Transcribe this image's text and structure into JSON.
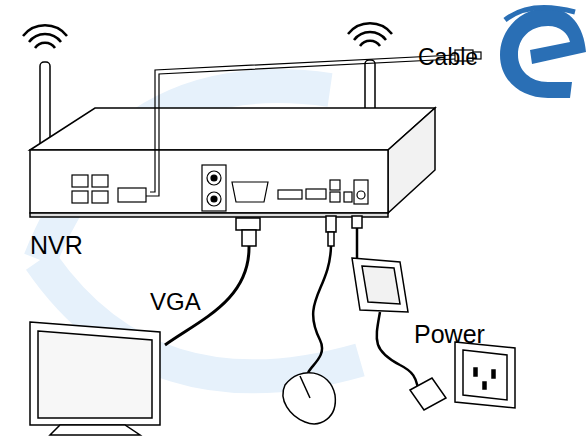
{
  "diagram": {
    "labels": [
      "Cable",
      "NVR",
      "VGA",
      "Power"
    ]
  }
}
